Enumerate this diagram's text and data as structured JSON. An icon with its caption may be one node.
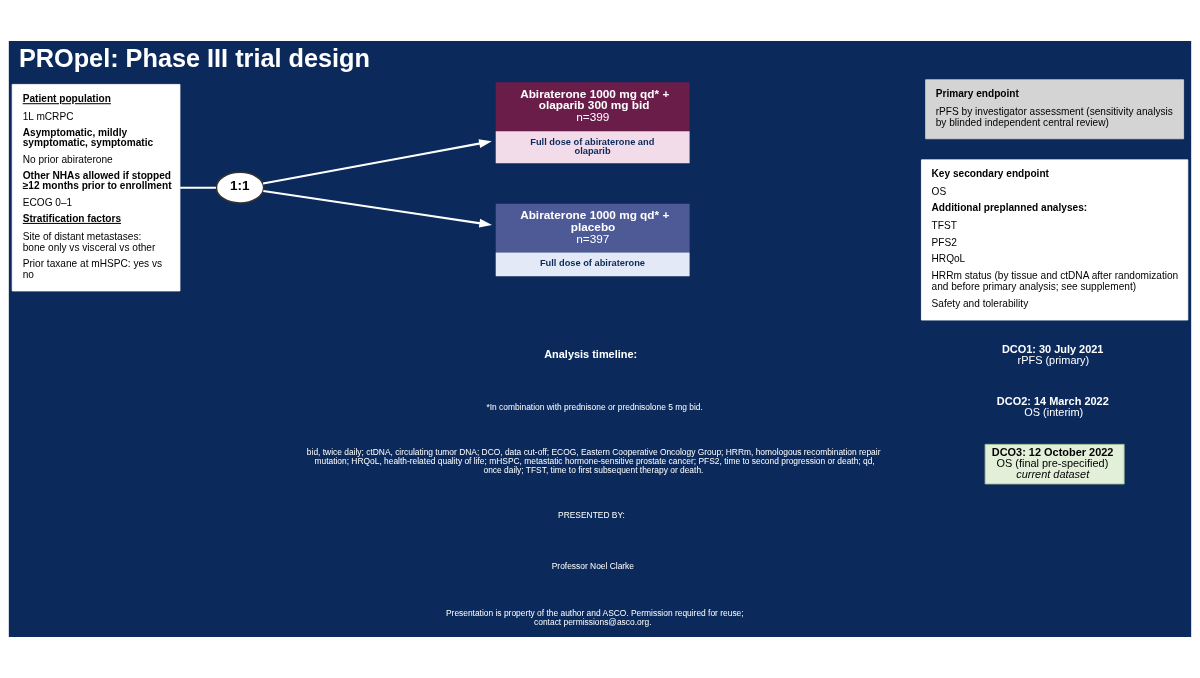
{
  "diagram": {
    "title": "PROpel: Phase III trial design",
    "nodes": [
      {
        "text": [
          "Patient population",
          "1L mCRPC",
          "Asymptomatic, mildly symptomatic, symptomatic",
          "No prior abiraterone",
          "Other NHAs allowed if stopped ≥12 months prior to enrollment",
          "ECOG 0–1",
          "Stratification factors",
          "Site of distant metastases: bone only vs visceral vs other",
          "Prior taxane at mHSPC: yes vs no"
        ]
      },
      {
        "text": [
          "1:1"
        ]
      },
      {
        "text": [
          "Abiraterone 1000 mg qd* + olaparib 300 mg bid",
          "n=399",
          "Full dose of abiraterone and olaparib"
        ]
      },
      {
        "text": [
          "Abiraterone 1000 mg qd* + placebo",
          "n=397",
          "Full dose of abiraterone"
        ]
      },
      {
        "text": [
          "Primary endpoint",
          "rPFS by investigator assessment (sensitivity analysis by blinded independent central review)"
        ]
      },
      {
        "text": [
          "Key secondary endpoint",
          "OS",
          "Additional preplanned analyses:",
          "TFST",
          "PFS2",
          "HRQoL",
          "HRRm status (by tissue and ctDNA after randomization and before primary analysis; see supplement)",
          "Safety and tolerability"
        ]
      },
      {
        "text": [
          "DCO1: 30 July 2021",
          "rPFS (primary)"
        ]
      },
      {
        "text": [
          "DCO2: 14 March 2022",
          "OS (interim)"
        ]
      },
      {
        "text": [
          "DCO3: 12 October 2022",
          "OS (final pre-specified)",
          "current dataset"
        ]
      }
    ],
    "edges": [
      {
        "from": 0,
        "to": 1,
        "arrow": "none"
      },
      {
        "from": 1,
        "to": 2,
        "arrow": "to"
      },
      {
        "from": 1,
        "to": 3,
        "arrow": "to"
      }
    ],
    "labels": [
      "Analysis timeline:",
      "*In combination with prednisone or prednisolone 5 mg bid.",
      "bid, twice daily; ctDNA, circulating tumor DNA; DCO, data cut-off; ECOG, Eastern Cooperative Oncology Group; HRRm, homologous recombination repair mutation; HRQoL, health-related quality of life; mHSPC, metastatic hormone-sensitive prostate cancer; PFS2, time to second progression or death; qd, once daily; TFST, time to first subsequent therapy or death.",
      "PRESENTED BY:",
      "Professor Noel Clarke",
      "Presentation is property of the author and ASCO. Permission required for reuse; contact permissions@asco.org."
    ]
  }
}
